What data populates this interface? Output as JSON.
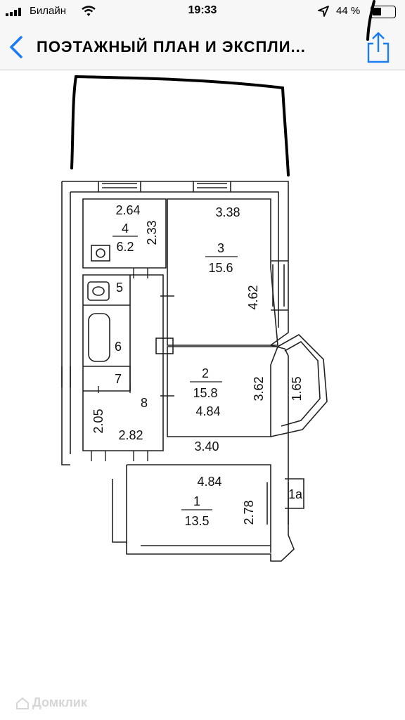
{
  "status_bar": {
    "carrier": "Билайн",
    "time": "19:33",
    "battery": "44 %"
  },
  "nav_bar": {
    "title": "ПОЭТАЖНЫЙ ПЛАН И ЭКСПЛИ..."
  },
  "floor_plan": {
    "rooms": [
      {
        "number": "4",
        "area": "6.2",
        "width": "2.64",
        "depth": "2.33"
      },
      {
        "number": "3",
        "area": "15.6",
        "width": "3.38",
        "depth": "4.62"
      },
      {
        "number": "5"
      },
      {
        "number": "6"
      },
      {
        "number": "7"
      },
      {
        "number": "8",
        "width": "2.82",
        "depth": "2.05"
      },
      {
        "number": "2",
        "area": "15.8",
        "width": "4.84",
        "width_bottom": "3.40",
        "depth": "3.62",
        "bay": "1.65"
      },
      {
        "number": "1",
        "area": "13.5",
        "width": "4.84",
        "depth": "2.78"
      },
      {
        "number": "1а"
      }
    ]
  },
  "watermark": "Домклик"
}
